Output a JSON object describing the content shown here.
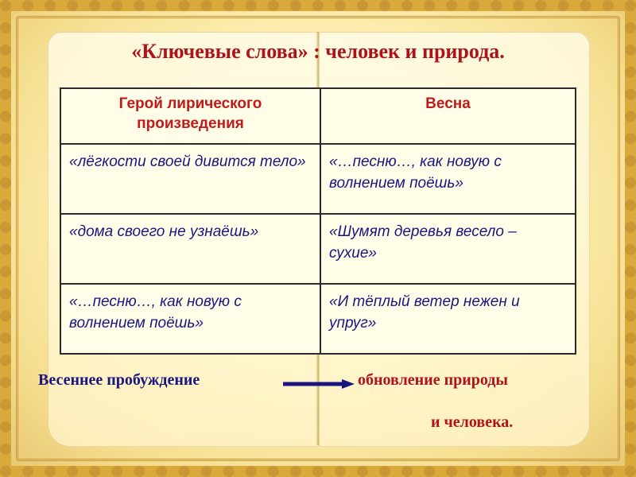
{
  "title": "«Ключевые слова» : человек и природа.",
  "table": {
    "headers": [
      "Герой лирического произведения",
      "Весна"
    ],
    "rows": [
      [
        "«лёгкости своей дивится тело»",
        "«…песню…, как новую с волнением поёшь»"
      ],
      [
        "«дома своего не узнаёшь»",
        "«Шумят деревья весело – сухие»"
      ],
      [
        "«…песню…, как новую с волнением поёшь»",
        "«И тёплый ветер нежен и упруг»"
      ]
    ]
  },
  "conclusion": {
    "left": "Весеннее пробуждение",
    "right_line1": "обновление природы",
    "right_line2": "и человека."
  },
  "colors": {
    "title": "#b0121b",
    "header_text": "#c21a1a",
    "cell_text": "#1a1680",
    "arrow": "#1a1680",
    "frame": "#d9a93c"
  },
  "icons": [
    "arrow-right-icon"
  ]
}
